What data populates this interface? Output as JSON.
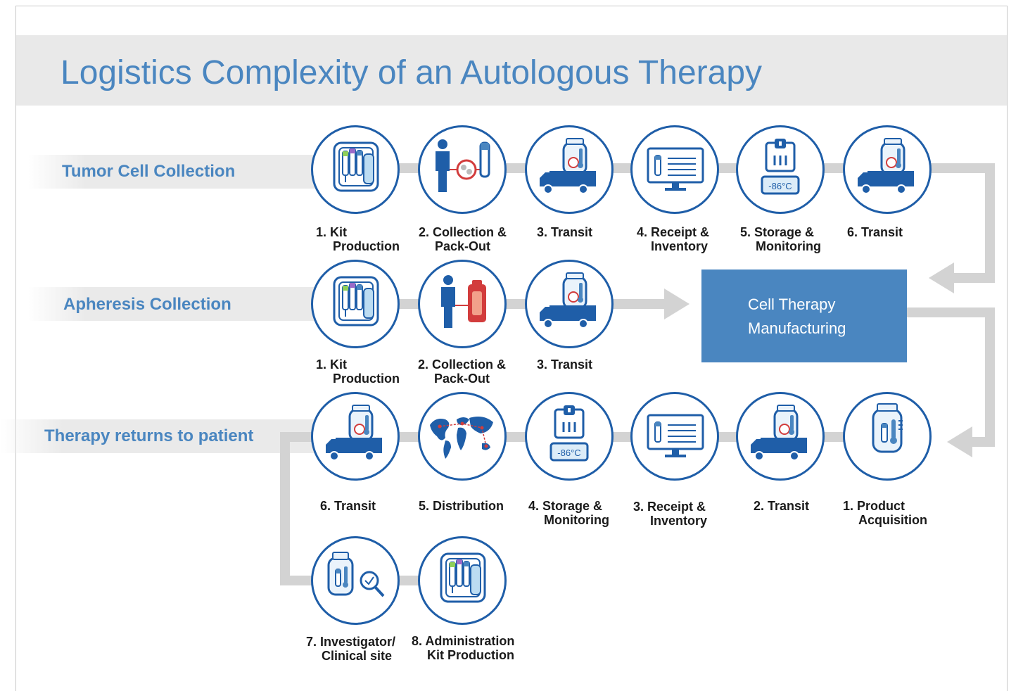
{
  "title": "Logistics Complexity of an Autologous Therapy",
  "rows": {
    "tumor": {
      "label": "Tumor Cell Collection"
    },
    "apheresis": {
      "label": "Apheresis Collection"
    },
    "therapy": {
      "label": "Therapy returns to patient"
    }
  },
  "manufacturing": {
    "line1": "Cell Therapy",
    "line2": "Manufacturing"
  },
  "temp_display": "-86°C",
  "steps": {
    "tumor": [
      {
        "line1": "1. Kit",
        "line2": "Production",
        "icon": "kit-icon"
      },
      {
        "line1": "2. Collection &",
        "line2": "Pack-Out",
        "icon": "person-sample-icon"
      },
      {
        "line1": "3. Transit",
        "line2": "",
        "icon": "truck-icon"
      },
      {
        "line1": "4. Receipt &",
        "line2": "Inventory",
        "icon": "monitor-icon"
      },
      {
        "line1": "5. Storage &",
        "line2": "Monitoring",
        "icon": "freezer-icon"
      },
      {
        "line1": "6. Transit",
        "line2": "",
        "icon": "truck-icon"
      }
    ],
    "apheresis": [
      {
        "line1": "1. Kit",
        "line2": "Production",
        "icon": "kit-icon"
      },
      {
        "line1": "2. Collection &",
        "line2": "Pack-Out",
        "icon": "person-bag-icon"
      },
      {
        "line1": "3. Transit",
        "line2": "",
        "icon": "truck-icon"
      }
    ],
    "therapy": [
      {
        "line1": "6. Transit",
        "line2": "",
        "icon": "truck-icon"
      },
      {
        "line1": "5. Distribution",
        "line2": "",
        "icon": "world-map-icon"
      },
      {
        "line1": "4. Storage &",
        "line2": "Monitoring",
        "icon": "freezer-icon"
      },
      {
        "line1": "3. Receipt &",
        "line2": "Inventory",
        "icon": "monitor-icon"
      },
      {
        "line1": "2. Transit",
        "line2": "",
        "icon": "truck-icon"
      },
      {
        "line1": "1. Product",
        "line2": "Acquisition",
        "icon": "cryo-container-icon"
      }
    ],
    "site": [
      {
        "line1": "7. Investigator/",
        "line2": "Clinical site",
        "icon": "inspection-icon"
      },
      {
        "line1": "8. Administration",
        "line2": "Kit Production",
        "icon": "kit-icon"
      }
    ]
  }
}
